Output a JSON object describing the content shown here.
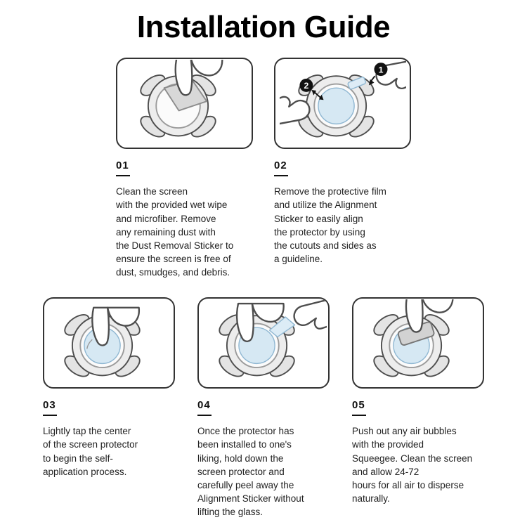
{
  "page": {
    "title": "Installation Guide"
  },
  "colors": {
    "film_blue": "#cde3f1",
    "outline_gray": "#4d4d4d",
    "badge_black": "#111111",
    "text": "#222222"
  },
  "steps": [
    {
      "number": "01",
      "icon": "hand-wiping-protector-icon",
      "description": "Clean the screen\nwith the provided wet wipe\nand microfiber. Remove\nany remaining dust with\nthe Dust Removal Sticker to\nensure the screen is free of\ndust, smudges, and debris."
    },
    {
      "number": "02",
      "icon": "alignment-sticker-placement-icon",
      "badges": [
        "1",
        "2"
      ],
      "description": "Remove the protective film\nand utilize the Alignment\nSticker to easily align\nthe protector by using\nthe cutouts and sides as\na guideline."
    },
    {
      "number": "03",
      "icon": "finger-tapping-center-icon",
      "description": "Lightly tap the center\nof the screen protector\nto begin the self-\napplication process."
    },
    {
      "number": "04",
      "icon": "peel-alignment-sticker-icon",
      "description": "Once the protector has\nbeen installed to one's\nliking, hold down the\nscreen protector and\ncarefully peel away the\nAlignment Sticker without\nlifting the glass."
    },
    {
      "number": "05",
      "icon": "squeegee-air-bubbles-icon",
      "description": "Push out any air bubbles\nwith the provided\nSqueegee. Clean the screen\nand allow 24-72\nhours for all air to disperse\nnaturally."
    }
  ]
}
